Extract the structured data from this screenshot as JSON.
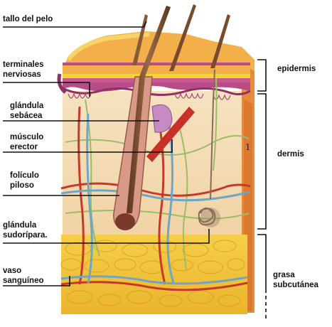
{
  "labels_left": {
    "hair_shaft": "tallo del pelo",
    "nerve_endings_1": "terminales",
    "nerve_endings_2": "nerviosas",
    "sebaceous_1": "glándula",
    "sebaceous_2": "sebácea",
    "erector_1": "músculo",
    "erector_2": "erector",
    "follicle_1": "folículo",
    "follicle_2": "piloso",
    "sweat_1": "glándula",
    "sweat_2": "sudorípara.",
    "vessel_1": "vaso",
    "vessel_2": "sanguíneo"
  },
  "labels_right": {
    "epidermis": "epidermis",
    "dermis": "dermis",
    "subcutaneous_1": "grasa",
    "subcutaneous_2": "subcutánea"
  },
  "figure_mark": "1",
  "colors": {
    "dermis": "#f3dcb6",
    "epidermis": "#b84c86",
    "stratum_yellow": "#f4d23e",
    "fat": "#f2c63a",
    "vessel_red": "#c8382a",
    "vessel_blue": "#6ea6c8",
    "nerve_green": "#9bbd6a",
    "hair": "#7a4a2c"
  }
}
